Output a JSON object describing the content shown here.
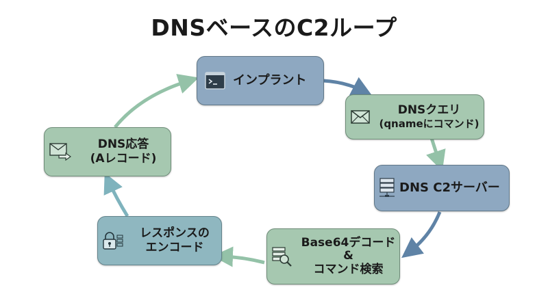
{
  "title": "DNSベースのC2ループ",
  "colors": {
    "blue_node": "#8ea8c1",
    "green_node": "#a6c8b0",
    "teal_node": "#8fb7c0",
    "blue_arrow": "#5f83a6",
    "green_arrow": "#94c2a8",
    "teal_arrow": "#7fb3bd"
  },
  "nodes": [
    {
      "id": "implant",
      "icon": "terminal-icon",
      "line1": "インプラント",
      "line2": ""
    },
    {
      "id": "dns-query",
      "icon": "envelope-icon",
      "line1": "DNSクエリ",
      "line2": "(qnameにコマンド)"
    },
    {
      "id": "dns-c2-server",
      "icon": "server-icon",
      "line1": "DNS C2サーバー",
      "line2": ""
    },
    {
      "id": "decode-lookup",
      "icon": "search-database-icon",
      "line1": "Base64デコード",
      "line1b": "&",
      "line2": "コマンド検索"
    },
    {
      "id": "encode-response",
      "icon": "lock-icon",
      "line1": "レスポンスの",
      "line2": "エンコード"
    },
    {
      "id": "dns-response",
      "icon": "envelope-arrow-icon",
      "line1": "DNS応答",
      "line2": "(Aレコード)"
    }
  ]
}
